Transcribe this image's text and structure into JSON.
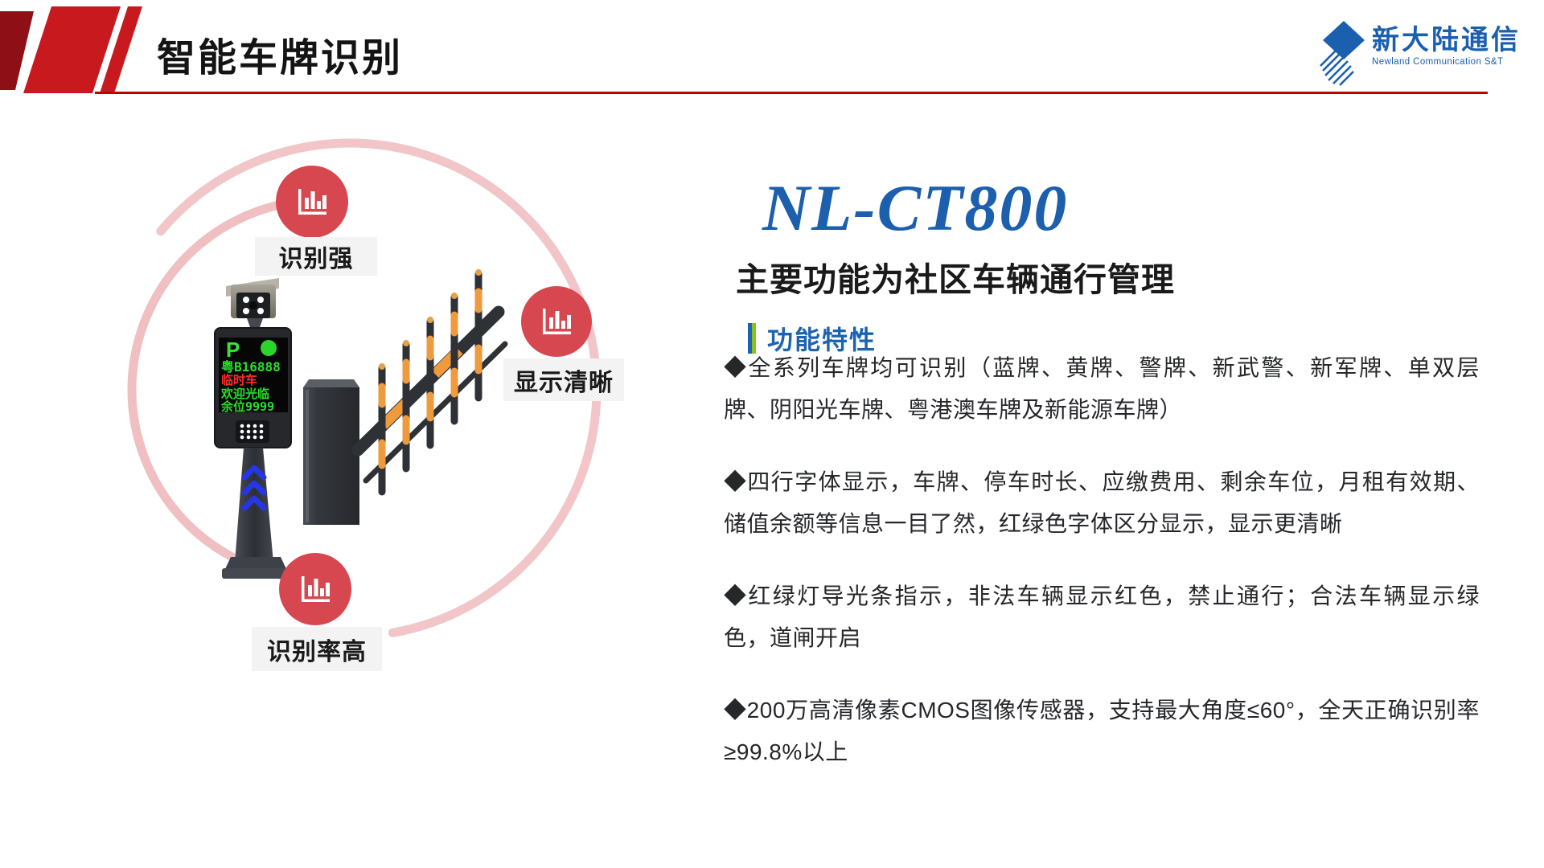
{
  "header": {
    "title": "智能车牌识别",
    "accent_red": "#C8191E",
    "dark_red": "#8E1016",
    "logo": {
      "name_cn": "新大陆通信",
      "name_en": "Newland Communication S&T",
      "color": "#1B5FAF"
    }
  },
  "diagram": {
    "arc_color": "#F2C6C8",
    "badge_color": "#D7474F",
    "badges": [
      {
        "icon": "bar-chart",
        "label": "识别强"
      },
      {
        "icon": "bar-chart",
        "label": "显示清晰"
      },
      {
        "icon": "bar-chart",
        "label": "识别率高"
      }
    ],
    "device_screen": {
      "parking_symbol": "P",
      "status_light_color": "#2BD52B",
      "lines": [
        {
          "text": "粤B16888",
          "color": "#2ADF2A"
        },
        {
          "text": "临时车",
          "color": "#FF2D2D"
        },
        {
          "text": "欢迎光临",
          "color": "#2ADF2A"
        },
        {
          "text": "余位9999",
          "color": "#2ADF2A"
        }
      ]
    }
  },
  "product": {
    "model": "NL-CT800",
    "model_color": "#1C5FAD",
    "subtitle": "主要功能为社区车辆通行管理",
    "section_title": "功能特性",
    "section_bar_colors": [
      "#1C63B0",
      "#8CC21F"
    ],
    "features": [
      "◆全系列车牌均可识别（蓝牌、黄牌、警牌、新武警、新军牌、单双层牌、阴阳光车牌、粤港澳车牌及新能源车牌）",
      "◆四行字体显示，车牌、停车时长、应缴费用、剩余车位，月租有效期、储值余额等信息一目了然，红绿色字体区分显示，显示更清晰",
      "◆红绿灯导光条指示，非法车辆显示红色，禁止通行；合法车辆显示绿色，道闸开启",
      "◆200万高清像素CMOS图像传感器，支持最大角度≤60°，全天正确识别率≥99.8%以上"
    ]
  }
}
